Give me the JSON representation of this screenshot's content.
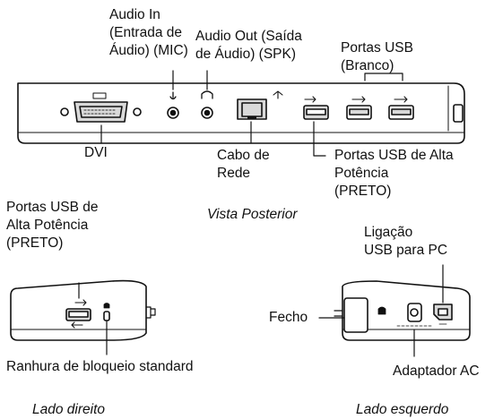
{
  "rear": {
    "caption": "Vista Posterior",
    "audio_in": "Audio In\n(Entrada de\nÁudio) (MIC)",
    "audio_out": "Audio Out (Saída\nde Áudio) (SPK)",
    "usb_white": "Portas USB\n(Branco)",
    "dvi": "DVI",
    "network": "Cabo de\nRede",
    "usb_high_power": "Portas USB de Alta\nPotência\n(PRETO)"
  },
  "right_side": {
    "caption": "Lado direito",
    "usb_high_power": "Portas USB de\nAlta Potência\n(PRETO)",
    "lock_slot": "Ranhura de bloqueio standard"
  },
  "left_side": {
    "caption": "Lado esquerdo",
    "usb_pc": "Ligação\nUSB para PC",
    "latch": "Fecho",
    "ac_adapter": "Adaptador AC"
  },
  "colors": {
    "ink": "#111111",
    "panel": "#ffffff",
    "port_fill": "#d9d9d9"
  }
}
